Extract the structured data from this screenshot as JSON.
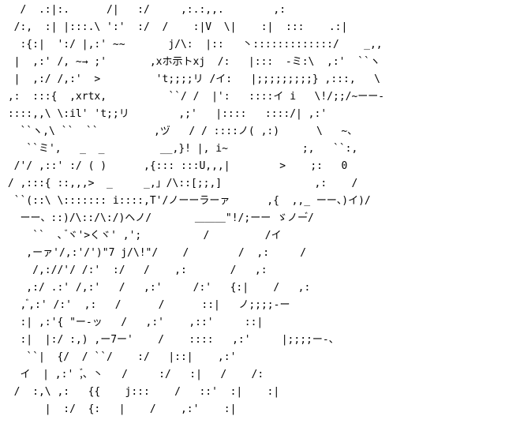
{
  "colors": {
    "foreground": "#000000",
    "background": "#ffffff"
  },
  "art": {
    "lines": [
      "   /  .:|:.      /|   :/     ,:.:,,.        ,:",
      "  /:,  :| |:::.\\ ':'  :/  /    :|V  \\|    :|  :::    .:|",
      "   :{:|  ':/ |,:' ~~       j/\\:  |::   丶:::::::::::::/    _,,",
      "  |  ,:' /, ~→ ;'       ,xホ示トxj  /:   |:::  -ミ:\\  ,:'  ``ヽ",
      "  |  ,:/ /,:'  >         't;;;;リ /イ:   |;;;;;;;;;} ,:::,   \\",
      " ,:  :::{  ,xrtx,          ``/ /  |':   ::::イ i   \\!/;;/~ーー-",
      " ::::,,\\ \\:il' 't;;リ        ,;'   |::::   ::::/| ,:'",
      "   ``ヽ,\\ ``  ``         ,ヅ   / / ::::ノ( ,:)      \\   ~、",
      "    ``ミ',   _  _         __,}! |, i~            ;,   ``:,",
      "  /'/ ,::' :/ ( )      ,{::: :::U,,,|        >    ;:   0",
      " / ,:::{ ::,,,>  _     _,」/\\::[;;,]               ,:    /",
      "  ``(::\\ \\::::::: i::::,T'/ノーーラーァ      ,{  ,,_ ーー、)イ)/",
      "   ーー、::)/\\::/\\:/)ヘノ/       ＿＿＿\"!/;ーー ゞノー゙/",
      "     ``  、゙ヾ'>くヾ' ,';          /         /イ",
      "    ,ーァ'/,:'/')\"7 j/\\!\"/    /        /  ,:     /",
      "     /,://'/ /:'  :/   /    ,:       /   ,:",
      "    ,:/ .:' /,:'   /   ,:'     /:'   {:|    /   ,:",
      "   , ゙,:' /:'  ,:   /      /      ::|   ノ;;;;-ー",
      "   :| ,:'{ \"ー-ッ   /   ,:'    ,::'     ::|",
      "   :|  |:/ :,) ,ー7ー'    /    ::::   ,:'     |;;;;ー-、",
      "    ``|  {/  / ``/    :/   |::|    ,:'",
      "   イ  | ,:' ,゙、丶   /     :/   :|   /    /:",
      "  /  :,\\ ,:   {{    j:::    /   ::'  :|    :|",
      "       |  :/  {:   |    /    ,:'    :|"
    ]
  }
}
